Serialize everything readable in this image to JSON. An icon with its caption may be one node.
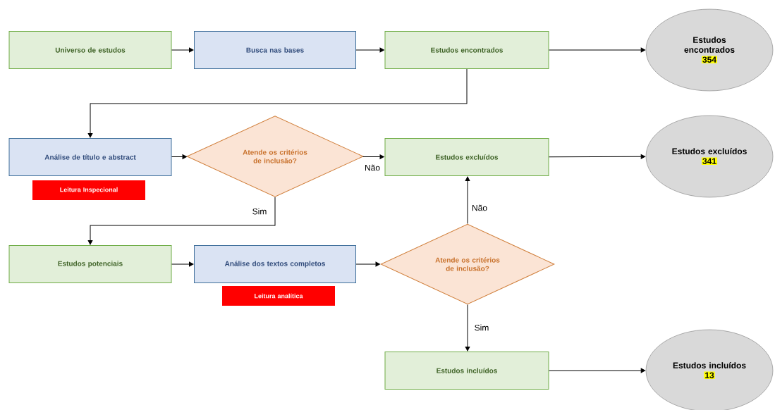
{
  "diagram": {
    "nodes": [
      {
        "text": [
          "Universo de estudos"
        ]
      },
      {
        "text": [
          "Busca nas bases"
        ]
      },
      {
        "text": [
          "Estudos encontrados"
        ]
      },
      {
        "text": [
          "Estudos encontrados",
          "354"
        ]
      },
      {
        "text": [
          "Análise de título e abstract"
        ]
      },
      {
        "text": [
          "Leitura Inspecional"
        ]
      },
      {
        "text": [
          "Atende os critérios de inclusão?"
        ]
      },
      {
        "text": [
          "Estudos excluídos"
        ]
      },
      {
        "text": [
          "Estudos excluídos",
          "341"
        ]
      },
      {
        "text": [
          "Estudos potenciais"
        ]
      },
      {
        "text": [
          "Análise dos textos completos"
        ]
      },
      {
        "text": [
          "Leitura analítica"
        ]
      },
      {
        "text": [
          "Atende os critérios de inclusão?"
        ]
      },
      {
        "text": [
          "Estudos incluídos"
        ]
      },
      {
        "text": [
          "Estudos incluídos",
          "13"
        ]
      }
    ],
    "edges": [
      {
        "from": 0,
        "to": 1,
        "arrow": "to"
      },
      {
        "from": 1,
        "to": 2,
        "arrow": "to"
      },
      {
        "from": 2,
        "to": 3,
        "arrow": "to"
      },
      {
        "from": 2,
        "to": 4,
        "arrow": "to"
      },
      {
        "from": 4,
        "to": 6,
        "arrow": "to"
      },
      {
        "from": 6,
        "to": 7,
        "arrow": "to",
        "label": "Não"
      },
      {
        "from": 7,
        "to": 8,
        "arrow": "to"
      },
      {
        "from": 6,
        "to": 9,
        "arrow": "to",
        "label": "Sim"
      },
      {
        "from": 9,
        "to": 10,
        "arrow": "to"
      },
      {
        "from": 10,
        "to": 12,
        "arrow": "to"
      },
      {
        "from": 12,
        "to": 7,
        "arrow": "to",
        "label": "Não"
      },
      {
        "from": 12,
        "to": 13,
        "arrow": "to",
        "label": "Sim"
      },
      {
        "from": 13,
        "to": 14,
        "arrow": "to"
      }
    ]
  }
}
